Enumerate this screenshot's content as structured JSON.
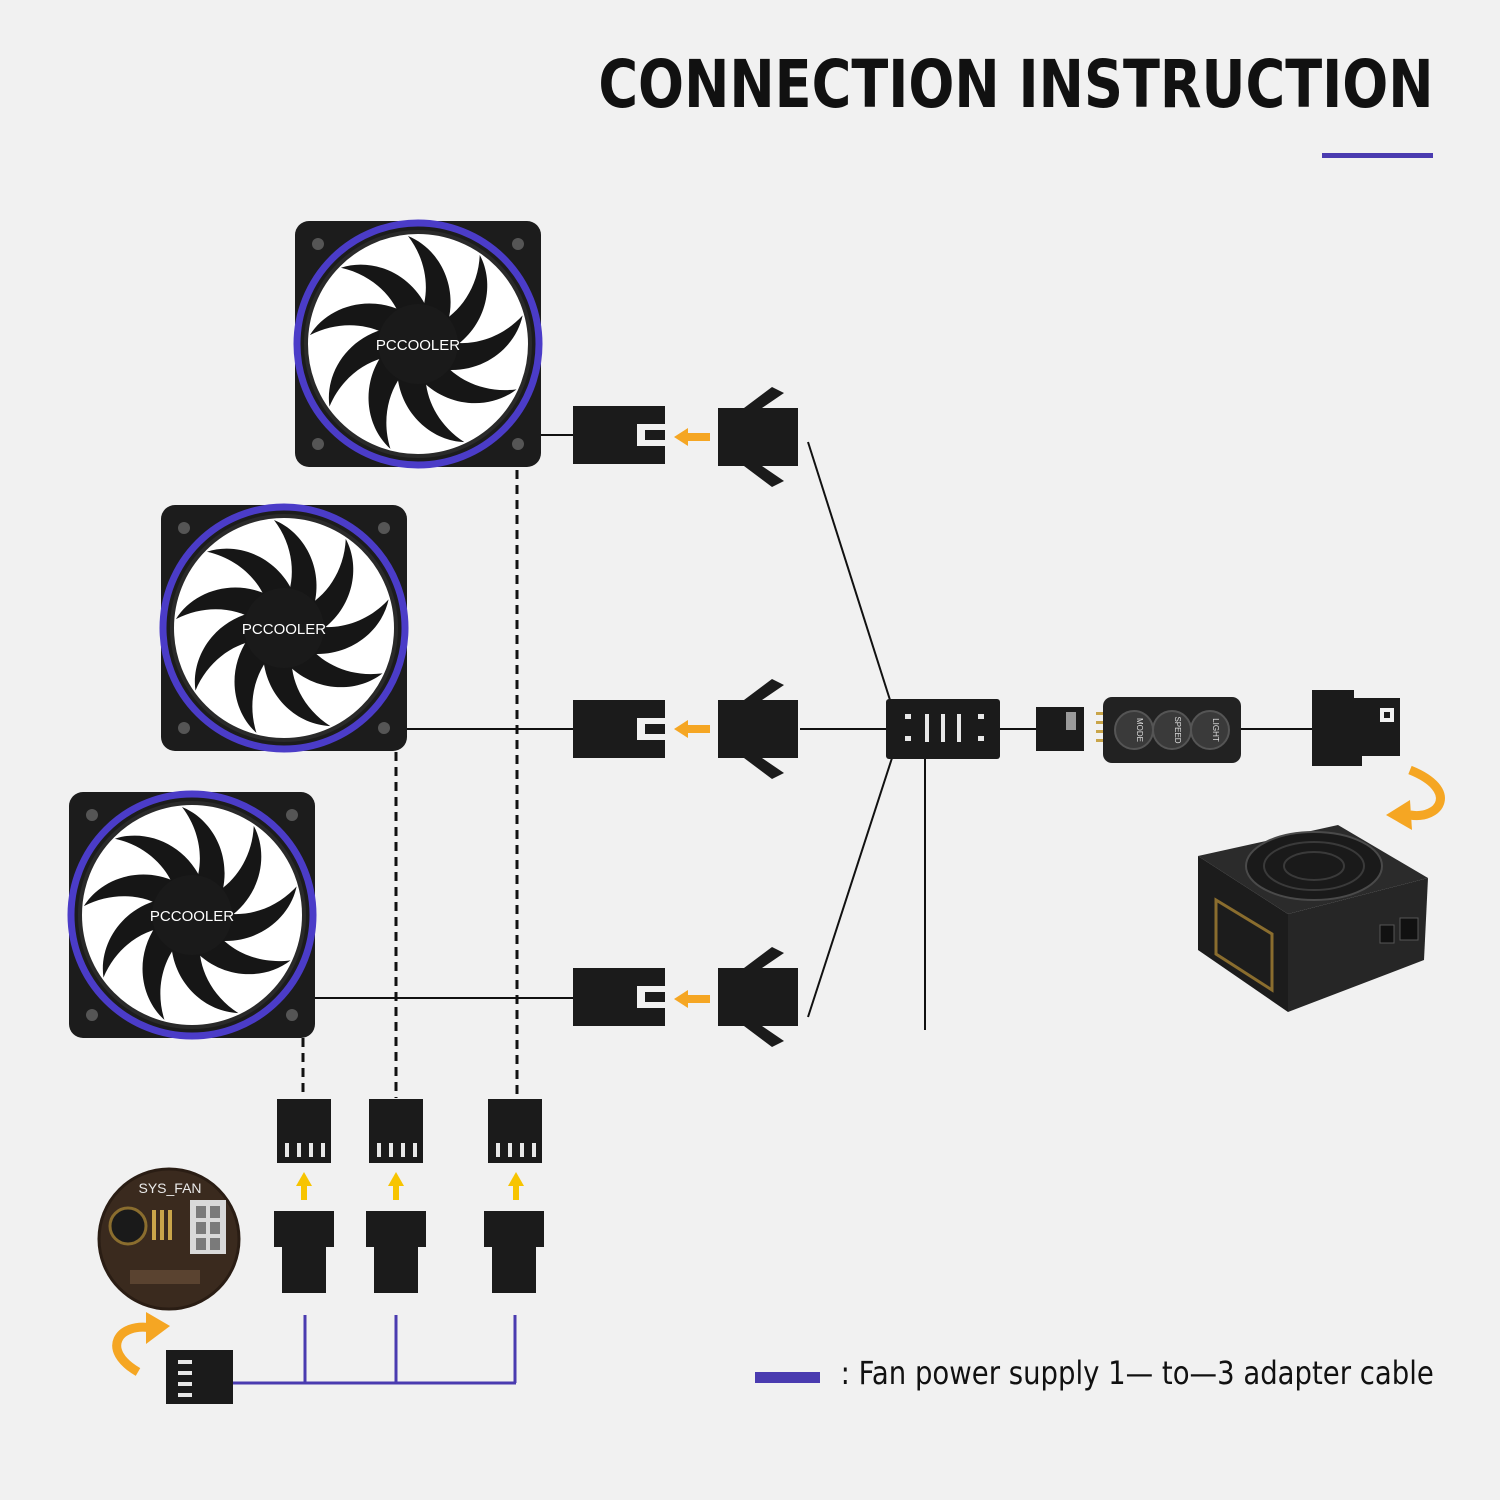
{
  "title": "CONNECTION INSTRUCTION",
  "legend": {
    "text": ": Fan power supply 1— to—3 adapter cable",
    "color": "#4a3bb0"
  },
  "fan_brand": "PCCOOLER",
  "controller_buttons": [
    "MODE",
    "SPEED",
    "LIGHT"
  ],
  "motherboard_header_label": "SYS_FAN",
  "colors": {
    "accent_purple": "#4a3bb0",
    "fan_ring": "#4b3cc8",
    "arrow_orange": "#f5a623",
    "arrow_yellow": "#f7c400",
    "connector": "#1b1b1b",
    "background": "#f1f1f1"
  },
  "icons": [
    "fan-icon",
    "connector-icon",
    "hub-icon",
    "controller-icon",
    "molex-icon",
    "psu-icon",
    "motherboard-icon",
    "curved-arrow-icon"
  ]
}
